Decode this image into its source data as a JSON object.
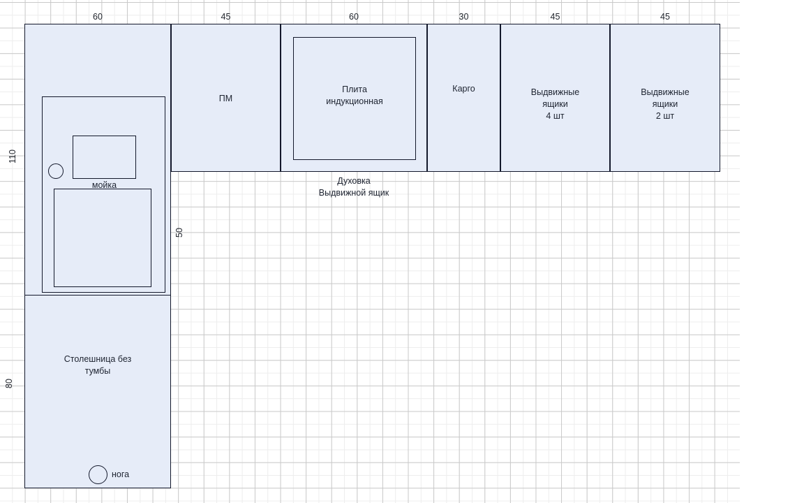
{
  "diagram": {
    "title": "Kitchen cabinet layout plan",
    "fill_color": "#e6ecf8",
    "stroke_color": "#13182b",
    "grid_color": "#c9c9c9"
  },
  "top_dimensions": [
    {
      "value": "60"
    },
    {
      "value": "45"
    },
    {
      "value": "60"
    },
    {
      "value": "30"
    },
    {
      "value": "45"
    },
    {
      "value": "45"
    }
  ],
  "side_dimensions": [
    {
      "value": "110"
    },
    {
      "value": "80"
    },
    {
      "value": "50"
    }
  ],
  "modules": [
    {
      "id": "sink-cabinet",
      "label": ""
    },
    {
      "id": "dishwasher",
      "label": "ПМ"
    },
    {
      "id": "cooktop-cabinet",
      "label": ""
    },
    {
      "id": "cargo",
      "label": "Карго"
    },
    {
      "id": "drawers-4",
      "label": "Выдвижные\nящики\n4 шт"
    },
    {
      "id": "drawers-2",
      "label": "Выдвижные\nящики\n2 шт"
    },
    {
      "id": "countertop",
      "label": "Столешница без\nтумбы"
    }
  ],
  "labels": {
    "sink": "мойка",
    "cooktop": "Плита\nиндукционная",
    "oven_drawer": "Духовка\nВыдвижной ящик",
    "leg": "нога"
  }
}
